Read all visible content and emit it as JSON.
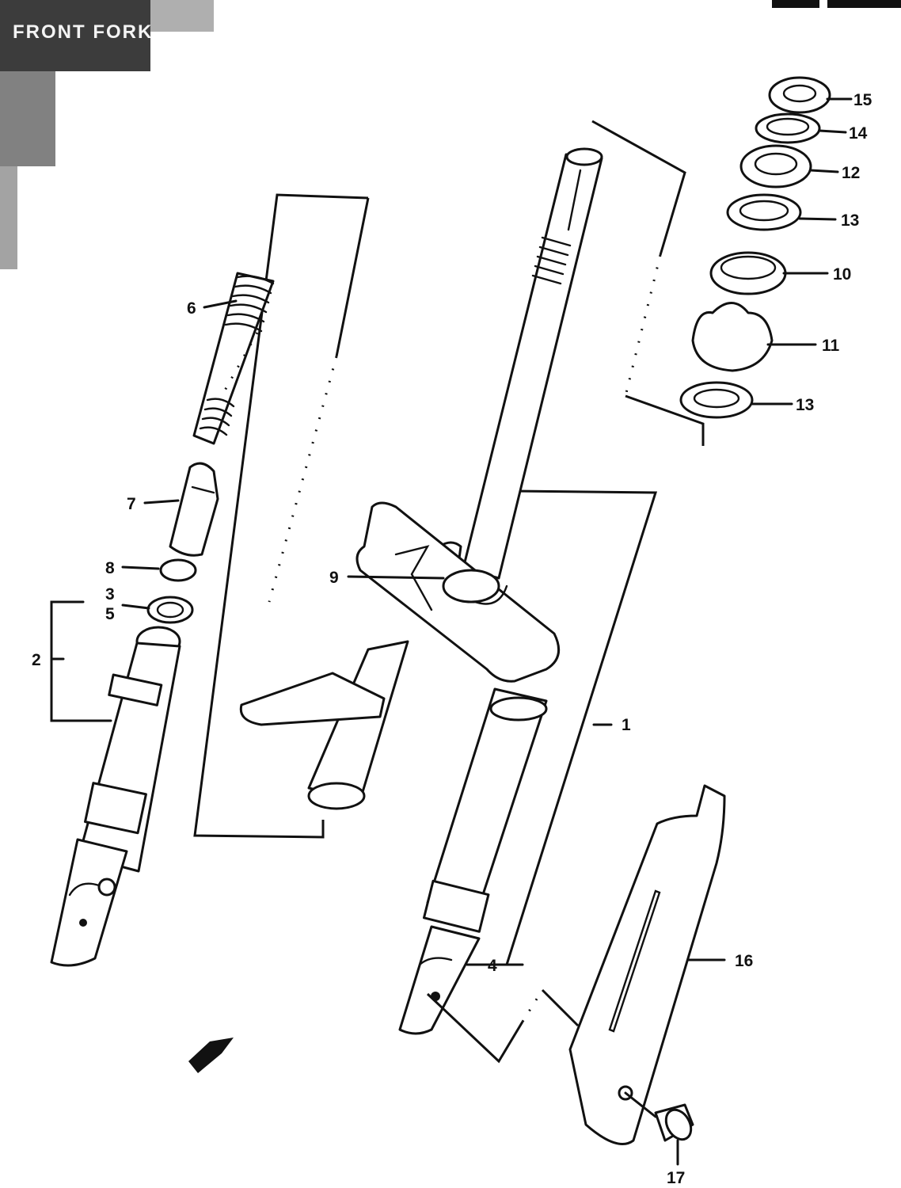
{
  "title": "FRONT FORK",
  "callouts": {
    "p1": "1",
    "p2": "2",
    "p3": "3",
    "p4": "4",
    "p5": "5",
    "p6": "6",
    "p7": "7",
    "p8": "8",
    "p9": "9",
    "p10": "10",
    "p11": "11",
    "p12": "12",
    "p13a": "13",
    "p13b": "13",
    "p14": "14",
    "p15": "15",
    "p16": "16",
    "p17": "17"
  },
  "colors": {
    "ink": "#111111",
    "paper": "#ffffff"
  }
}
